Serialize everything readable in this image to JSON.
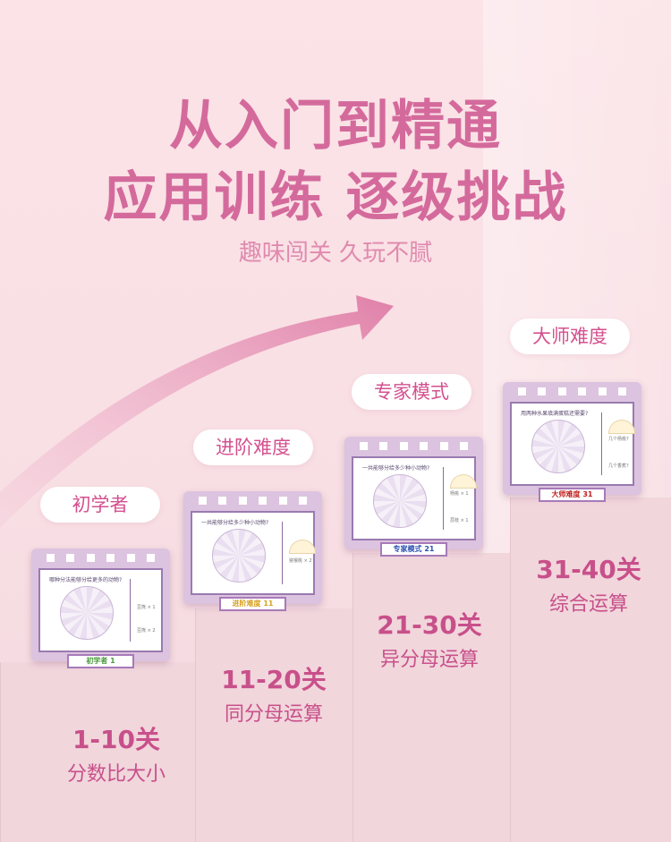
{
  "headline": {
    "line1": "从入门到精通",
    "line2": "应用训练 逐级挑战",
    "subtitle": "趣味闯关 久玩不腻"
  },
  "levels": [
    {
      "badge": "初学者",
      "range": "1-10关",
      "desc": "分数比大小",
      "card": {
        "question": "哪种分法能够分给更多的动物?",
        "options": [
          "豆熊 × 1",
          "豆熊 × 2"
        ],
        "banner": "初学者",
        "num": "1"
      }
    },
    {
      "badge": "进阶难度",
      "range": "11-20关",
      "desc": "同分母运算",
      "card": {
        "question": "一共能够分给多少种小动物?",
        "options": [
          "猕猴桃 × 2"
        ],
        "banner": "进阶难度",
        "num": "11"
      }
    },
    {
      "badge": "专家模式",
      "range": "21-30关",
      "desc": "异分母运算",
      "card": {
        "question": "一共能够分给多少种小动物?",
        "options": [
          "杨桃 × 1",
          "荔枝 × 1"
        ],
        "banner": "专家模式",
        "num": "21"
      }
    },
    {
      "badge": "大师难度",
      "range": "31-40关",
      "desc": "综合运算",
      "card": {
        "question": "用两种水果填满蛋糕还需要?",
        "options": [
          "几个杨桃?",
          "几个香蕉?"
        ],
        "banner": "大师难度",
        "num": "31"
      }
    }
  ],
  "colors": {
    "title": "#d46a9c",
    "accent": "#c8508a",
    "arrow": "#e07fa8"
  }
}
